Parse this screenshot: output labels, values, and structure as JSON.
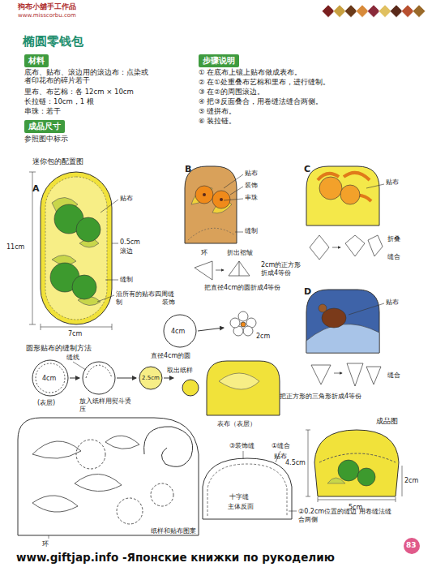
{
  "diagram": {
    "title": "椭圆零钱包",
    "nodes": [
      {
        "text": [
          "材料"
        ]
      },
      {
        "text": [
          "成品尺寸"
        ]
      },
      {
        "text": [
          "步骤说明"
        ]
      }
    ],
    "edges": [],
    "labels": [
      "狗布小舖手工作品",
      "www.misscorbu.com",
      "底布、贴布、滚边用的滚边布：点染或者印花布的碎片若干",
      "里布、布艺棉：各 12cm × 10cm",
      "长拉链：10cm，1 根",
      "串珠：若干",
      "参照图中标示",
      "① 在底布上镶上贴布做成表布。",
      "② 在①处重叠布艺棉和里布，进行缝制。",
      "③ 在②的周围滚边。",
      "④ 把③反面叠合，用卷缝法缝合两侧。",
      "⑤ 缝拼布。",
      "⑥ 装拉链。",
      "迷你包的配置图",
      "A",
      "贴布",
      "0.5cm",
      "滚边",
      "11cm",
      "缝制",
      "沿所有的贴布四周缝制",
      "7cm",
      "圆形贴布的缝制方法",
      "缝线",
      "4cm",
      "(表层)",
      "放入纸样用熨斗烫压",
      "2.5cm",
      "取出纸样",
      "B",
      "贴布",
      "装饰",
      "串珠",
      "缝制",
      "环",
      "折出褶皱",
      "把直径4cm的圆折成4等份",
      "装饰",
      "4cm",
      "直径4cm的圆",
      "2cm",
      "C",
      "贴布",
      "2cm的正方形折成4等份",
      "折叠",
      "缝合",
      "D",
      "贴布",
      "把正方形的三角形折成4等份",
      "缝合",
      "表布（表层）",
      "成品图",
      "4.5cm",
      "5cm",
      "2cm",
      "③装饰缝",
      "①缝合",
      "贴布",
      "十字缝",
      "主体反面",
      "②0.2cm位置的缝边 用卷缝法缝合两侧",
      "纸样和贴布图案",
      "环",
      "www.giftjap.info -Японские книжки по рукоделию",
      "83"
    ]
  }
}
